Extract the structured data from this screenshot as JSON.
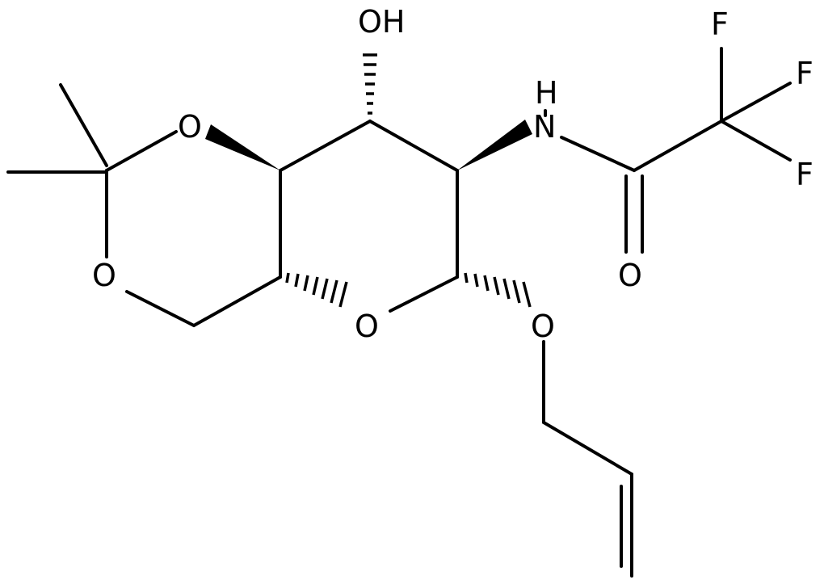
{
  "molecule": {
    "atoms": {
      "hydroxyl": "OH",
      "ring_o_upper": "O",
      "ring_o_lower": "O",
      "pyranose_o": "O",
      "glycosidic_o": "O",
      "amide_nh": "H",
      "amide_n": "N",
      "carbonyl_o": "O",
      "fluorine_1": "F",
      "fluorine_2": "F",
      "fluorine_3": "F"
    },
    "colors": {
      "ink": "#000000",
      "background": "#ffffff"
    }
  }
}
